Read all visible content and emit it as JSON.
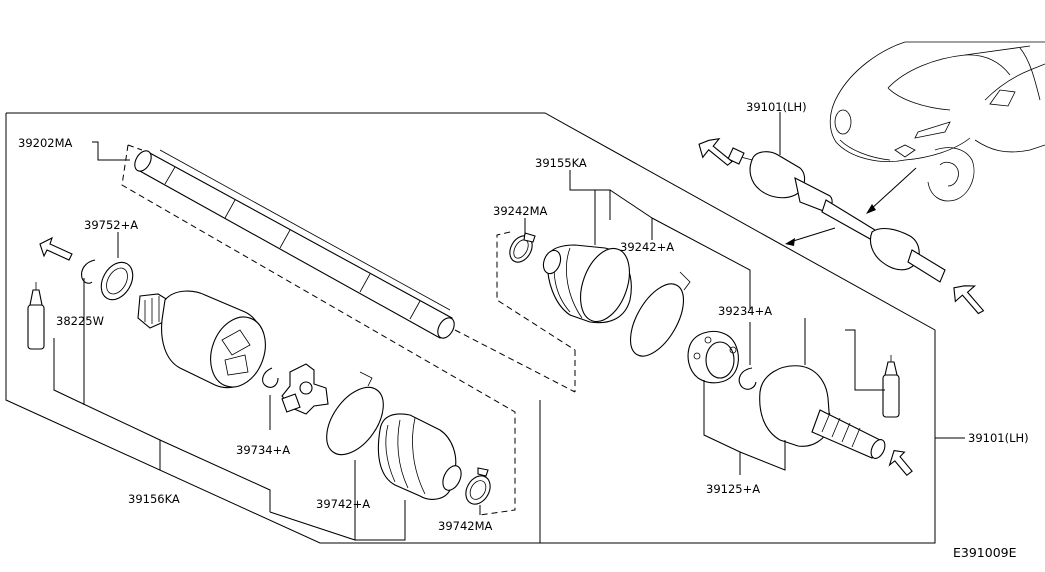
{
  "diagram_code": "E391009E",
  "labels": {
    "p39202MA": "39202MA",
    "p39752A": "39752+A",
    "p38225W": "38225W",
    "p39156KA": "39156KA",
    "p39734A": "39734+A",
    "p39742A": "39742+A",
    "p39742MA": "39742MA",
    "p39155KA": "39155KA",
    "p39242MA": "39242MA",
    "p39242A": "39242+A",
    "p39234A": "39234+A",
    "p39125A": "39125+A",
    "p39101LH_top": "39101(LH)",
    "p39101LH_right": "39101(LH)"
  }
}
